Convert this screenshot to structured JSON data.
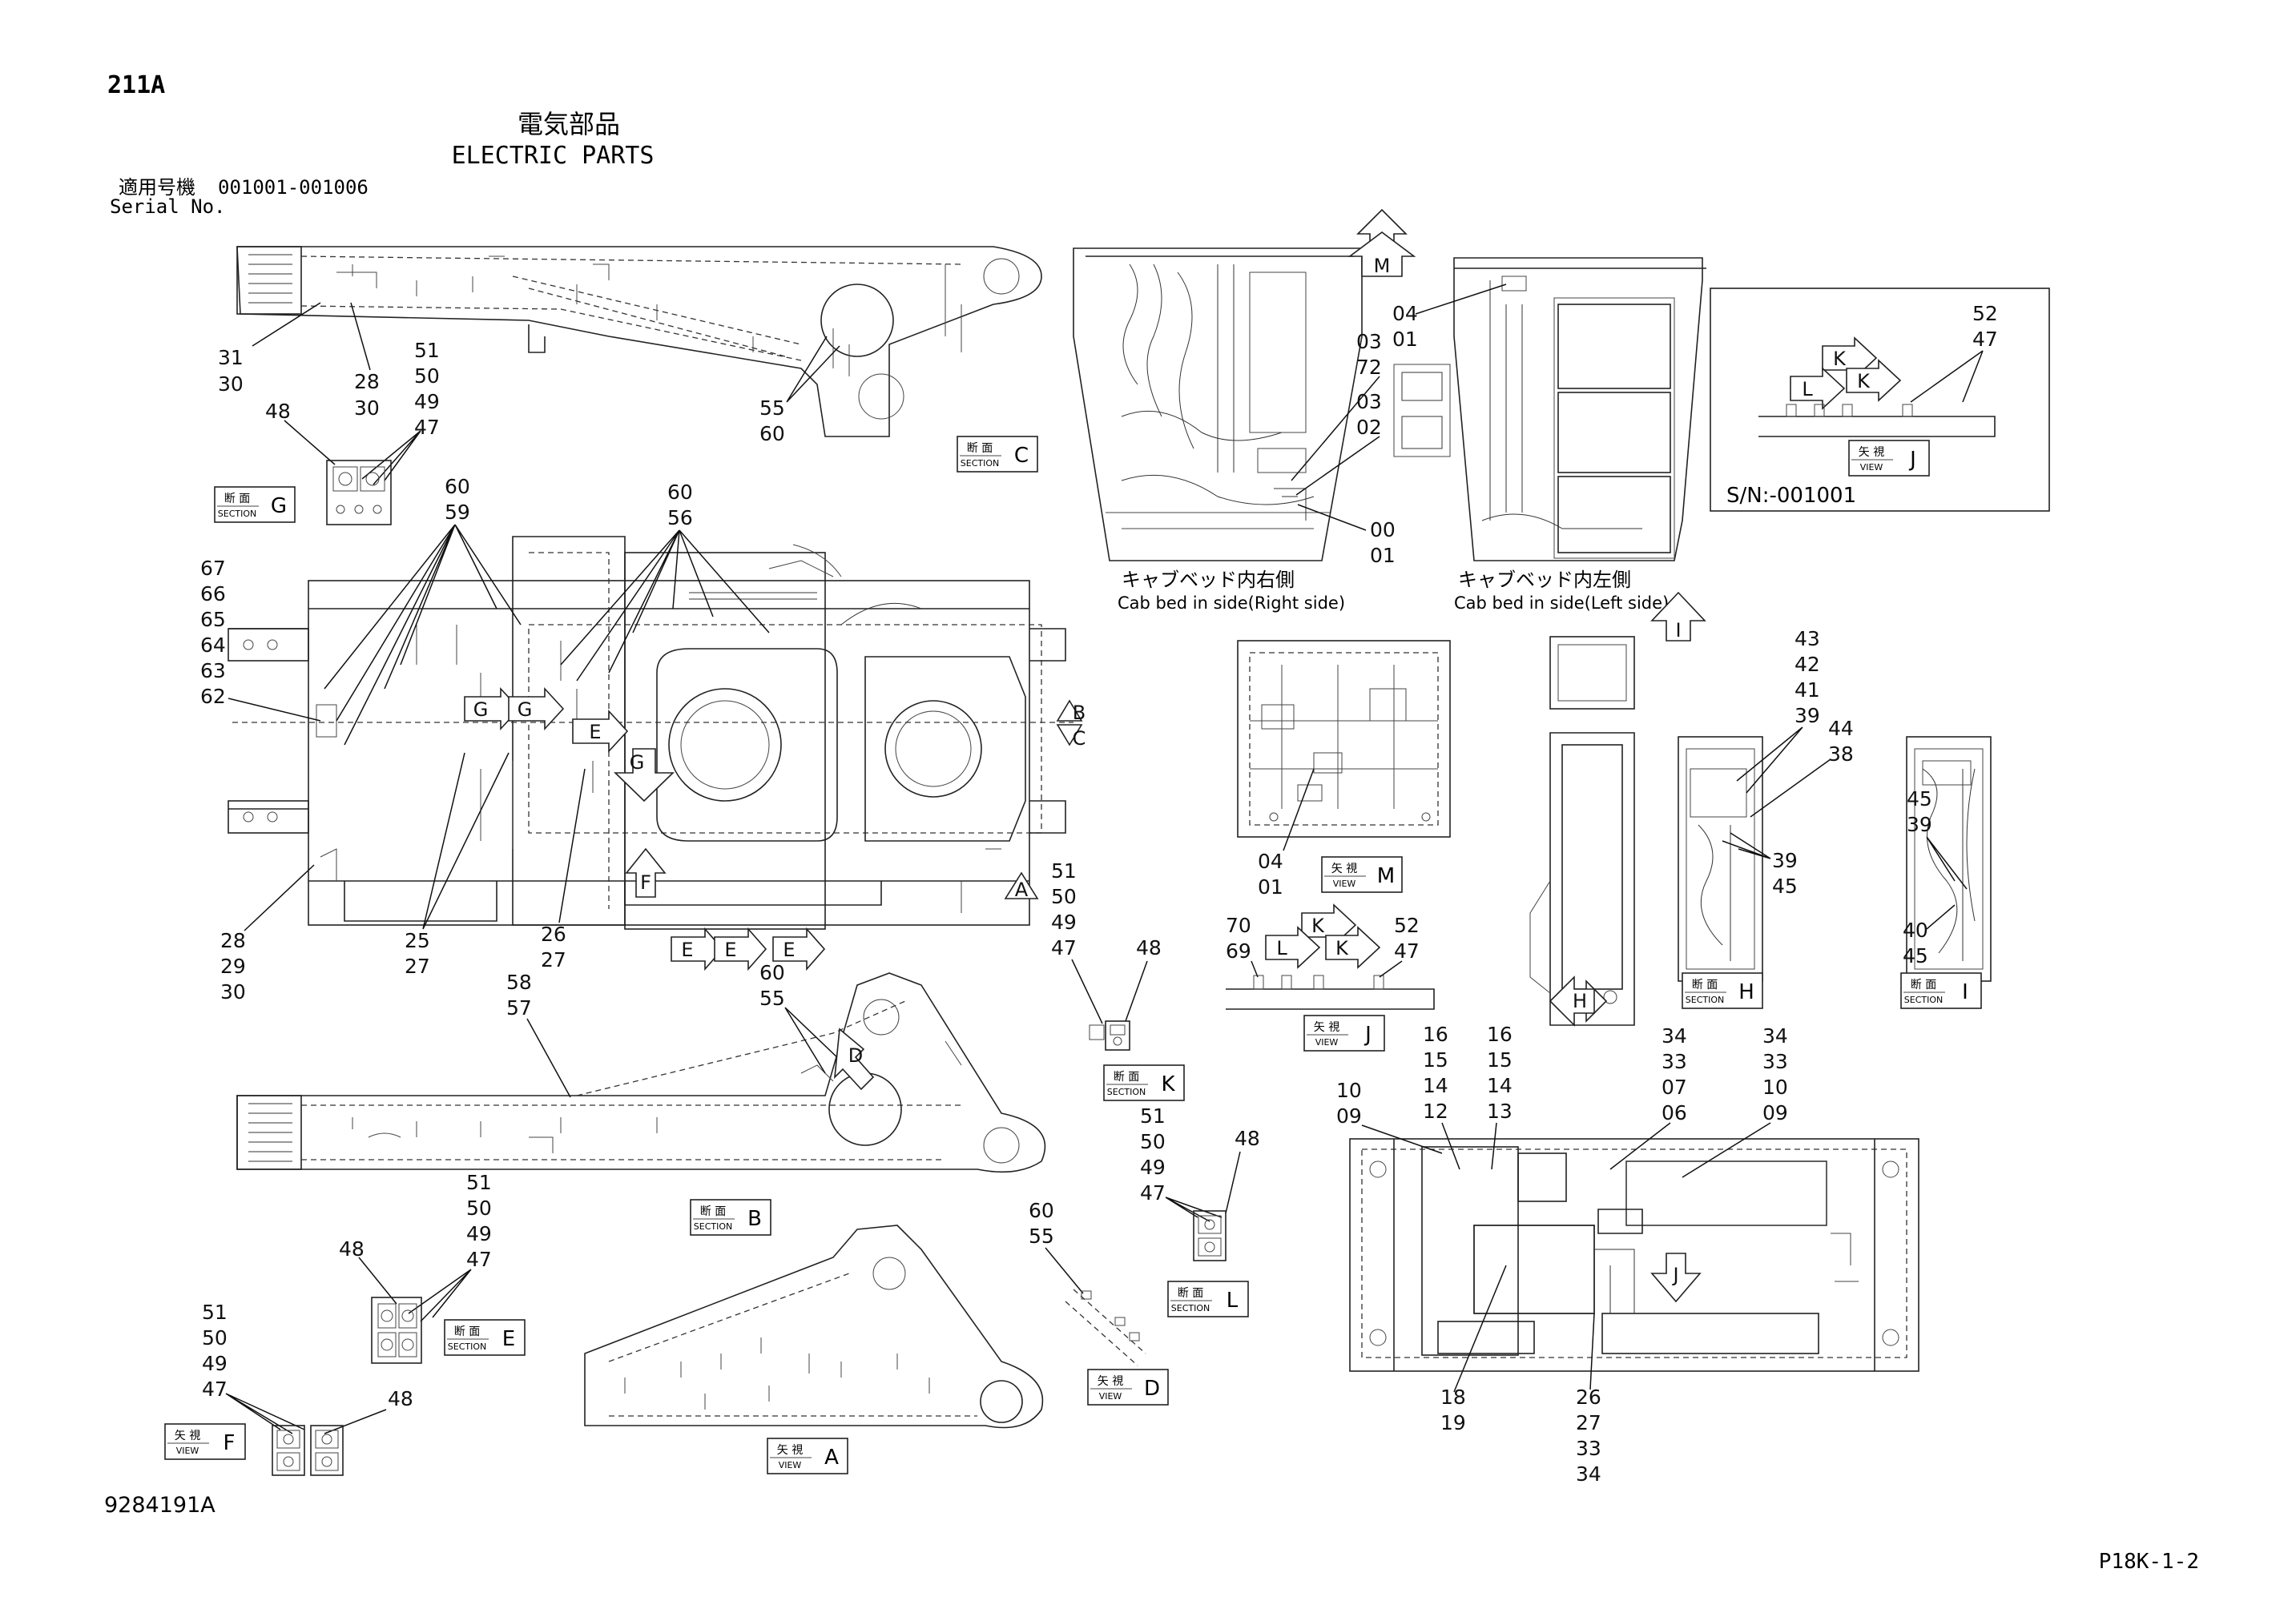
{
  "header": {
    "page_code": "211A",
    "title_ja": "電気部品",
    "title_en": "ELECTRIC PARTS",
    "serial_label_ja": "適用号機",
    "serial_label_en": "Serial No.",
    "serial_range": "001001-001006"
  },
  "footer": {
    "drawing_number": "9284191A",
    "page_ref": "P18K-1-2"
  },
  "tags": {
    "section_ja": "断 面",
    "section_en": "SECTION",
    "view_ja": "矢 視",
    "view_en": "VIEW"
  },
  "tag_letters": {
    "section_c": "C",
    "section_g": "G",
    "section_b": "B",
    "section_e": "E",
    "section_k": "K",
    "section_l": "L",
    "section_h": "H",
    "section_i": "I",
    "view_j": "J",
    "view_j2": "J",
    "view_m": "M",
    "view_f": "F",
    "view_a": "A",
    "view_d": "D"
  },
  "captions": {
    "cab_right_ja": "キャブベッド内右側",
    "cab_right_en": "Cab bed in side(Right side)",
    "cab_left_ja": "キャブベッド内左側",
    "cab_left_en": "Cab bed in side(Left side)",
    "serial_note": "S/N:-001001"
  },
  "arrows": {
    "m": "M",
    "i": "I",
    "b": "B",
    "c": "C",
    "a": "A",
    "f": "F",
    "d": "D",
    "g1": "G",
    "g2": "G",
    "g3": "G",
    "e1": "E",
    "e2": "E",
    "e3": "E",
    "e4": "E",
    "k1": "K",
    "k2": "K",
    "k3": "K",
    "l1": "L",
    "l2": "L",
    "h": "H",
    "j": "J"
  },
  "part_labels": {
    "p31a": "31",
    "p30a": "30",
    "p28a": "28",
    "p30b": "30",
    "p51a": "51",
    "p50a": "50",
    "p49a": "49",
    "p47a": "47",
    "p48a": "48",
    "p55a": "55",
    "p60a": "60",
    "p60b": "60",
    "p59a": "59",
    "p60c": "60",
    "p56a": "56",
    "p67": "67",
    "p66": "66",
    "p65": "65",
    "p64": "64",
    "p63": "63",
    "p62": "62",
    "p28b": "28",
    "p29a": "29",
    "p30c": "30",
    "p25a": "25",
    "p27a": "27",
    "p26a": "26",
    "p27b": "27",
    "p58a": "58",
    "p57a": "57",
    "p60d": "60",
    "p55b": "55",
    "p51b": "51",
    "p50b": "50",
    "p49b": "49",
    "p47b": "47",
    "p48b": "48",
    "p51c": "51",
    "p50c": "50",
    "p49c": "49",
    "p47c": "47",
    "p48c": "48",
    "p51d": "51",
    "p50d": "50",
    "p49d": "49",
    "p47d": "47",
    "p48d": "48",
    "p51e": "51",
    "p50e": "50",
    "p49e": "49",
    "p47e": "47",
    "p48e": "48",
    "p60e": "60",
    "p55c": "55",
    "p04a": "04",
    "p01a": "01",
    "p03a": "03",
    "p72a": "72",
    "p03b": "03",
    "p02a": "02",
    "p00a": "00",
    "p01b": "01",
    "p52a": "52",
    "p47f": "47",
    "p04b": "04",
    "p01c": "01",
    "p70a": "70",
    "p69a": "69",
    "p52b": "52",
    "p47g": "47",
    "p43": "43",
    "p42": "42",
    "p41": "41",
    "p39a": "39",
    "p44": "44",
    "p38": "38",
    "p39b": "39",
    "p45a": "45",
    "p45b": "45",
    "p39c": "39",
    "p40": "40",
    "p45c": "45",
    "p16a": "16",
    "p15a": "15",
    "p14a": "14",
    "p12a": "12",
    "p16b": "16",
    "p15b": "15",
    "p14b": "14",
    "p13a": "13",
    "p34a": "34",
    "p33a": "33",
    "p07a": "07",
    "p06a": "06",
    "p34b": "34",
    "p33b": "33",
    "p10a": "10",
    "p09a": "09",
    "p10b": "10",
    "p09b": "09",
    "p18a": "18",
    "p19a": "19",
    "p26b": "26",
    "p27c": "27",
    "p33c": "33",
    "p34c": "34"
  }
}
